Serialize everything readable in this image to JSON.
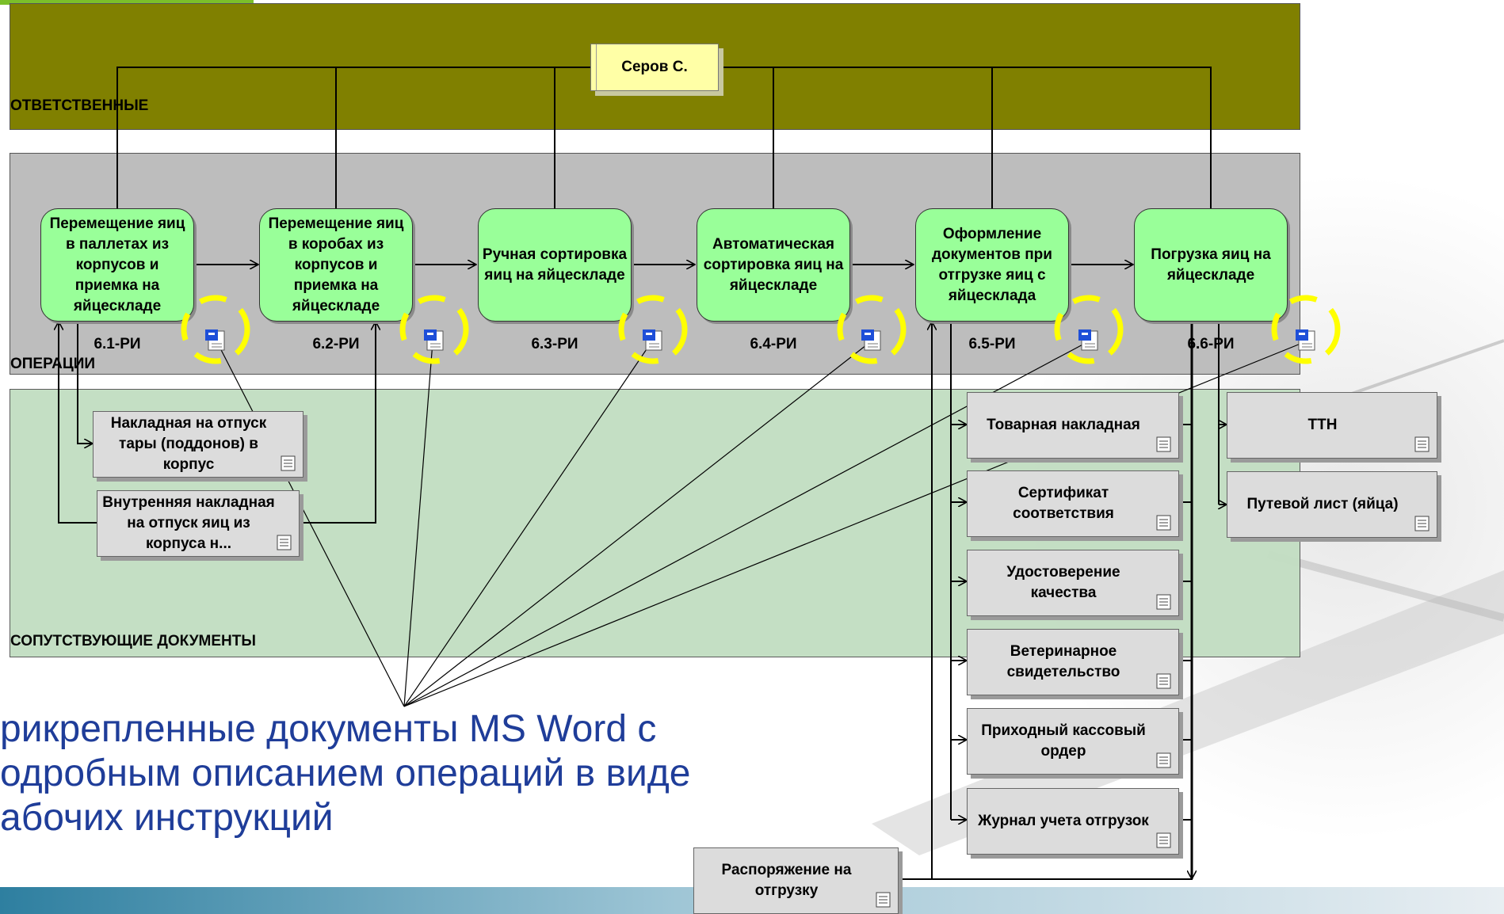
{
  "lanes": {
    "responsible": "ОТВЕТСТВЕННЫЕ",
    "operations": "ОПЕРАЦИИ",
    "documents": "СОПУТСТВУЮЩИЕ ДОКУМЕНТЫ"
  },
  "owner": "Серов С.",
  "operations": [
    {
      "label": "Перемещение яиц в паллетах из  корпусов и приемка на яйцескладе",
      "code": "6.1-РИ"
    },
    {
      "label": "Перемещение яиц в коробах из корпусов и приемка на яйцескладе",
      "code": "6.2-РИ"
    },
    {
      "label": "Ручная сортировка яиц на яйцескладе",
      "code": "6.3-РИ"
    },
    {
      "label": "Автоматическая сортировка яиц на яйцескладе",
      "code": "6.4-РИ"
    },
    {
      "label": "Оформление документов при отгрузке яиц с яйцесклада",
      "code": "6.5-РИ"
    },
    {
      "label": "Погрузка яиц на яйцескладе",
      "code": "6.6-РИ"
    }
  ],
  "documents": {
    "left": [
      "Накладная на отпуск тары (поддонов) в корпус",
      "Внутренняя накладная на отпуск яиц из корпуса н..."
    ],
    "shipping": [
      "Товарная накладная",
      "Сертификат соответствия",
      "Удостоверение качества",
      "Ветеринарное свидетельство",
      "Приходный кассовый ордер",
      "Журнал учета отгрузок"
    ],
    "transport": [
      "ТТН",
      "Путевой лист (яйца)"
    ],
    "order": "Распоряжение на отгрузку"
  },
  "caption": [
    "рикрепленные документы MS Word с",
    "одробным описанием операций в виде",
    "абочих инструкций"
  ],
  "colors": {
    "responsible_lane": "#808000",
    "operations_lane": "#bdbdbd",
    "documents_lane": "#c3dec3",
    "operation_box": "#99ff99",
    "owner_box": "#ffffa6",
    "document_box": "#dcdcdc",
    "highlight_ring": "#ffff00",
    "caption_text": "#1f3d99"
  },
  "icons": [
    "word-document-icon",
    "document-icon"
  ]
}
